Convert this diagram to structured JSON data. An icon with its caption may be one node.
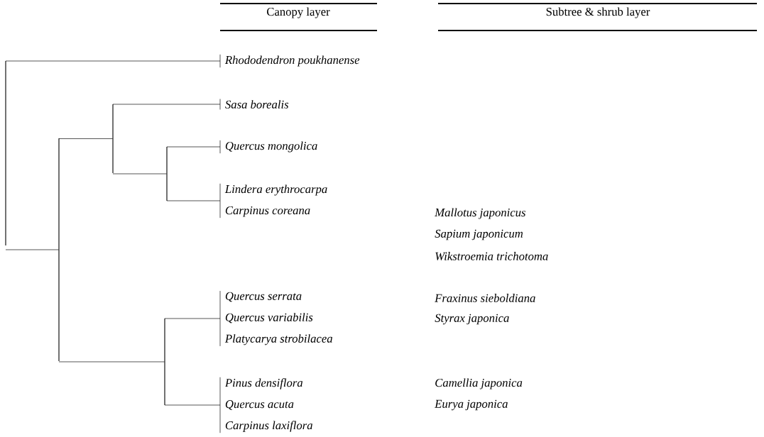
{
  "diagram": {
    "nodes": [
      {
        "text": [
          "Rhododendron poukhanense"
        ]
      },
      {
        "text": [
          "Sasa borealis"
        ]
      },
      {
        "text": [
          "Quercus mongolica"
        ]
      },
      {
        "text": [
          "Lindera erythrocarpa",
          "Carpinus coreana"
        ]
      },
      {
        "text": [
          "Quercus serrata",
          "Quercus variabilis",
          "Platycarya strobilacea"
        ]
      },
      {
        "text": [
          "Pinus densiflora",
          "Quercus acuta",
          "Carpinus laxiflora"
        ]
      },
      {
        "text": [],
        "shape": "bar"
      },
      {
        "text": [],
        "shape": "bar"
      },
      {
        "text": [],
        "shape": "bar"
      },
      {
        "text": [],
        "shape": "bar"
      },
      {
        "text": [],
        "shape": "bar"
      }
    ],
    "edges": [
      {
        "from": 6,
        "to": 0,
        "arrow": "none"
      },
      {
        "from": 6,
        "to": 7,
        "arrow": "none"
      },
      {
        "from": 7,
        "to": 8,
        "arrow": "none"
      },
      {
        "from": 7,
        "to": 9,
        "arrow": "none"
      },
      {
        "from": 8,
        "to": 1,
        "arrow": "none"
      },
      {
        "from": 8,
        "to": 10,
        "arrow": "none"
      },
      {
        "from": 10,
        "to": 2,
        "arrow": "none"
      },
      {
        "from": 10,
        "to": 3,
        "arrow": "none"
      },
      {
        "from": 9,
        "to": 4,
        "arrow": "none"
      },
      {
        "from": 9,
        "to": 5,
        "arrow": "none"
      }
    ],
    "labels": [
      "Canopy layer",
      "Subtree & shrub layer",
      "Mallotus japonicus",
      "Sapium japonicum",
      "Wikstroemia trichotoma",
      "Fraxinus sieboldiana",
      "Styrax japonica",
      "Camellia japonica",
      "Eurya japonica"
    ]
  }
}
